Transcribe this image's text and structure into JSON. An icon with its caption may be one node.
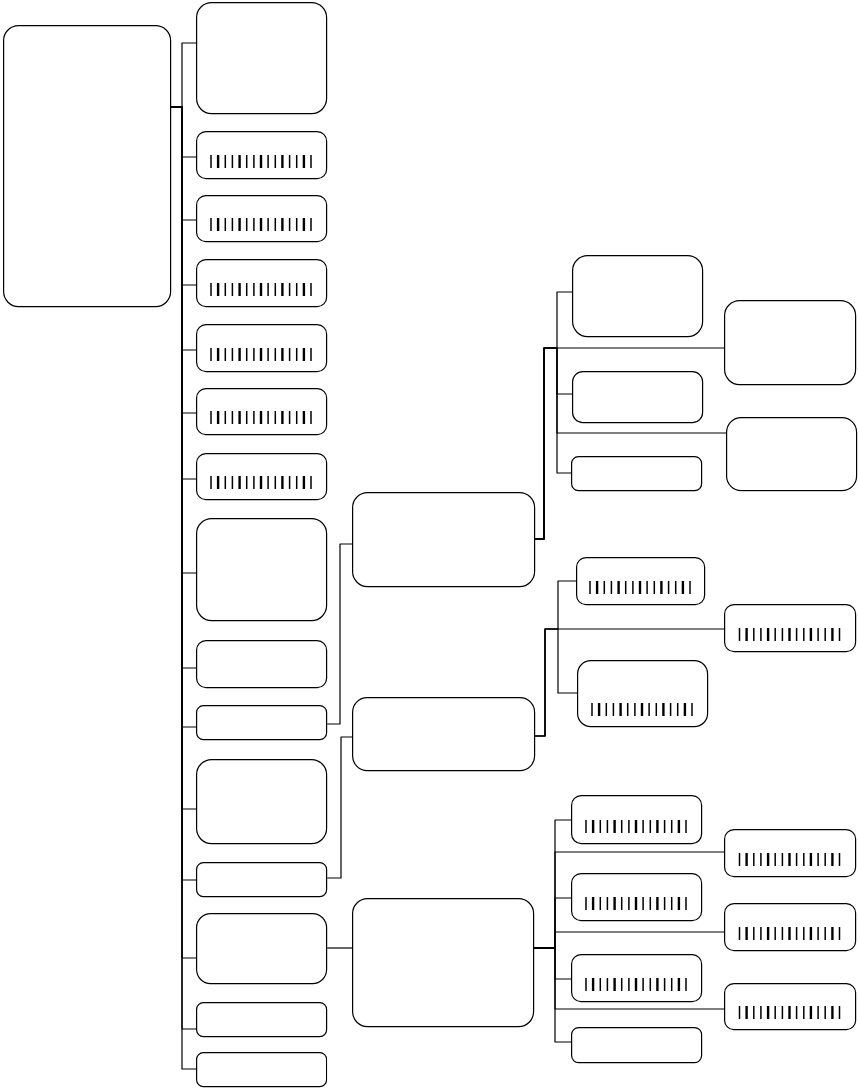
{
  "diagram": {
    "nodes": [
      {
        "text": [],
        "shape": "box"
      },
      {
        "text": [],
        "shape": "box"
      },
      {
        "text": [],
        "shape": "box"
      },
      {
        "text": [],
        "shape": "box"
      },
      {
        "text": [],
        "shape": "box"
      },
      {
        "text": [],
        "shape": "box"
      },
      {
        "text": [],
        "shape": "box"
      },
      {
        "text": [],
        "shape": "box"
      },
      {
        "text": [],
        "shape": "box"
      },
      {
        "text": [],
        "shape": "box"
      },
      {
        "text": [],
        "shape": "box"
      },
      {
        "text": [],
        "shape": "box"
      },
      {
        "text": [],
        "shape": "box"
      },
      {
        "text": [],
        "shape": "box"
      },
      {
        "text": [],
        "shape": "box"
      },
      {
        "text": [],
        "shape": "box"
      },
      {
        "text": [],
        "shape": "box"
      },
      {
        "text": [],
        "shape": "box"
      },
      {
        "text": [],
        "shape": "box"
      },
      {
        "text": [],
        "shape": "box"
      },
      {
        "text": [],
        "shape": "box"
      },
      {
        "text": [],
        "shape": "box"
      },
      {
        "text": [],
        "shape": "box"
      },
      {
        "text": [],
        "shape": "box"
      },
      {
        "text": [],
        "shape": "box"
      },
      {
        "text": [],
        "shape": "box"
      },
      {
        "text": [],
        "shape": "box"
      },
      {
        "text": [],
        "shape": "box"
      },
      {
        "text": [],
        "shape": "box"
      },
      {
        "text": [],
        "shape": "box"
      },
      {
        "text": [],
        "shape": "box"
      },
      {
        "text": [],
        "shape": "box"
      },
      {
        "text": [],
        "shape": "box"
      },
      {
        "text": [],
        "shape": "box"
      }
    ],
    "edges": [
      {
        "from": 0,
        "to": 1,
        "arrow": "none"
      },
      {
        "from": 0,
        "to": 2,
        "arrow": "none"
      },
      {
        "from": 0,
        "to": 3,
        "arrow": "none"
      },
      {
        "from": 0,
        "to": 4,
        "arrow": "none"
      },
      {
        "from": 0,
        "to": 5,
        "arrow": "none"
      },
      {
        "from": 0,
        "to": 6,
        "arrow": "none"
      },
      {
        "from": 0,
        "to": 7,
        "arrow": "none"
      },
      {
        "from": 0,
        "to": 8,
        "arrow": "none"
      },
      {
        "from": 0,
        "to": 9,
        "arrow": "none"
      },
      {
        "from": 0,
        "to": 10,
        "arrow": "none"
      },
      {
        "from": 0,
        "to": 11,
        "arrow": "none"
      },
      {
        "from": 0,
        "to": 12,
        "arrow": "none"
      },
      {
        "from": 0,
        "to": 13,
        "arrow": "none"
      },
      {
        "from": 0,
        "to": 14,
        "arrow": "none"
      },
      {
        "from": 0,
        "to": 15,
        "arrow": "none"
      },
      {
        "from": 10,
        "to": 16,
        "arrow": "none"
      },
      {
        "from": 12,
        "to": 17,
        "arrow": "none"
      },
      {
        "from": 13,
        "to": 18,
        "arrow": "none"
      },
      {
        "from": 16,
        "to": 19,
        "arrow": "none"
      },
      {
        "from": 16,
        "to": 20,
        "arrow": "none"
      },
      {
        "from": 16,
        "to": 21,
        "arrow": "none"
      },
      {
        "from": 16,
        "to": 22,
        "arrow": "none"
      },
      {
        "from": 16,
        "to": 23,
        "arrow": "none"
      },
      {
        "from": 17,
        "to": 24,
        "arrow": "none"
      },
      {
        "from": 17,
        "to": 25,
        "arrow": "none"
      },
      {
        "from": 17,
        "to": 26,
        "arrow": "none"
      },
      {
        "from": 18,
        "to": 27,
        "arrow": "none"
      },
      {
        "from": 18,
        "to": 28,
        "arrow": "none"
      },
      {
        "from": 18,
        "to": 29,
        "arrow": "none"
      },
      {
        "from": 18,
        "to": 30,
        "arrow": "none"
      },
      {
        "from": 18,
        "to": 31,
        "arrow": "none"
      },
      {
        "from": 18,
        "to": 32,
        "arrow": "none"
      },
      {
        "from": 18,
        "to": 33,
        "arrow": "none"
      }
    ]
  }
}
